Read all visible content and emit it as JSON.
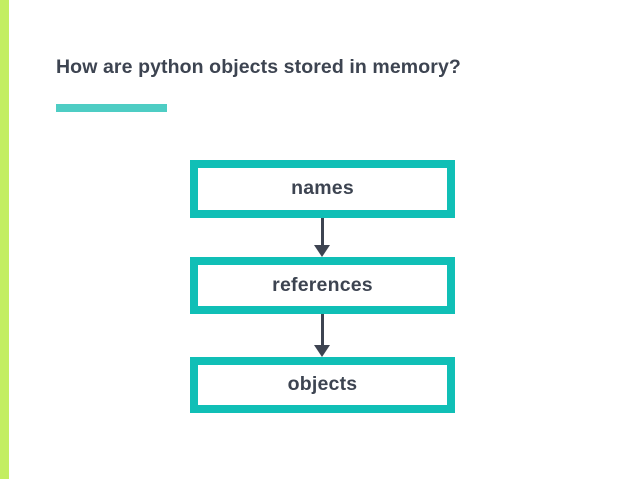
{
  "slide": {
    "title": "How are python objects stored in memory?",
    "background_color": "#ffffff"
  },
  "decor": {
    "edge_bar_color": "#c3ee61",
    "title_rule_color": "#4ecdc4"
  },
  "diagram": {
    "type": "vertical-flow",
    "box_border_color": "#10bfb6",
    "box_fill_color": "#ffffff",
    "text_color": "#3d4451",
    "arrow_color": "#3d4451",
    "boxes": [
      {
        "label": "names"
      },
      {
        "label": "references"
      },
      {
        "label": "objects"
      }
    ],
    "arrows": [
      {
        "from": "names",
        "to": "references",
        "direction": "down"
      },
      {
        "from": "references",
        "to": "objects",
        "direction": "down"
      }
    ]
  }
}
